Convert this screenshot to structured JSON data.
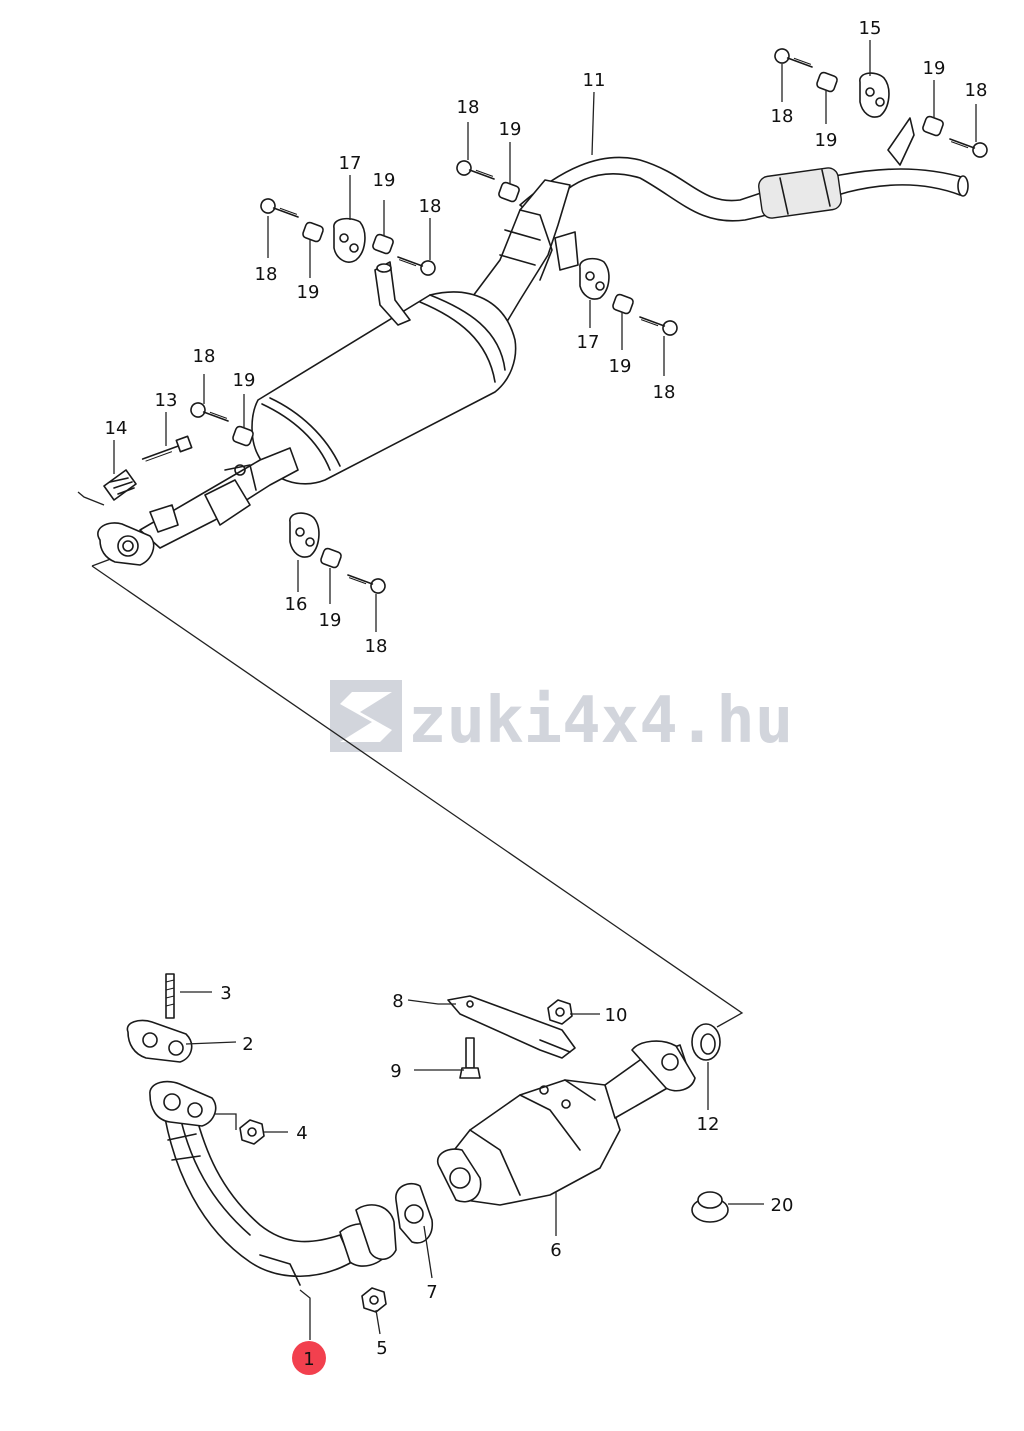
{
  "watermark": {
    "text": "zuki4x4.hu",
    "color": "#d2d5dc"
  },
  "highlight_color": "#f2404e",
  "parts": {
    "p1": "1",
    "p2": "2",
    "p3": "3",
    "p4": "4",
    "p5": "5",
    "p6": "6",
    "p7": "7",
    "p8": "8",
    "p9": "9",
    "p10": "10",
    "p11": "11",
    "p12": "12",
    "p13": "13",
    "p14": "14",
    "p15": "15",
    "p16": "16",
    "p17a": "17",
    "p17b": "17",
    "p18a": "18",
    "p18b": "18",
    "p18c": "18",
    "p18d": "18",
    "p18e": "18",
    "p18f": "18",
    "p18g": "18",
    "p19a": "19",
    "p19b": "19",
    "p19c": "19",
    "p19d": "19",
    "p19e": "19",
    "p19f": "19",
    "p19g": "19",
    "p20": "20"
  }
}
